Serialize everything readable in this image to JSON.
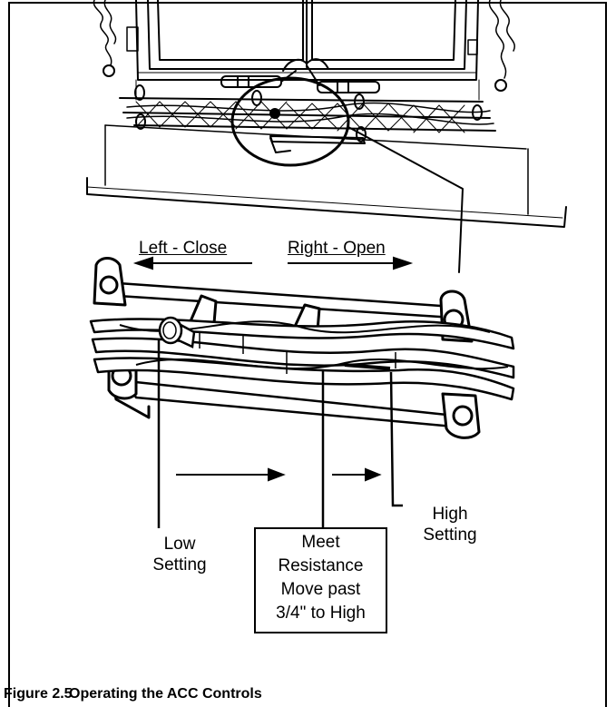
{
  "labels": {
    "left_close": "Left - Close",
    "right_open": "Right - Open",
    "low_setting": [
      "Low",
      "Setting"
    ],
    "high_setting": [
      "High",
      "Setting"
    ],
    "resistance_note": [
      "Meet",
      "Resistance",
      "Move past",
      "3/4\" to High"
    ]
  },
  "caption": {
    "number": "Figure 2.5",
    "title": "Operating the ACC Controls"
  }
}
